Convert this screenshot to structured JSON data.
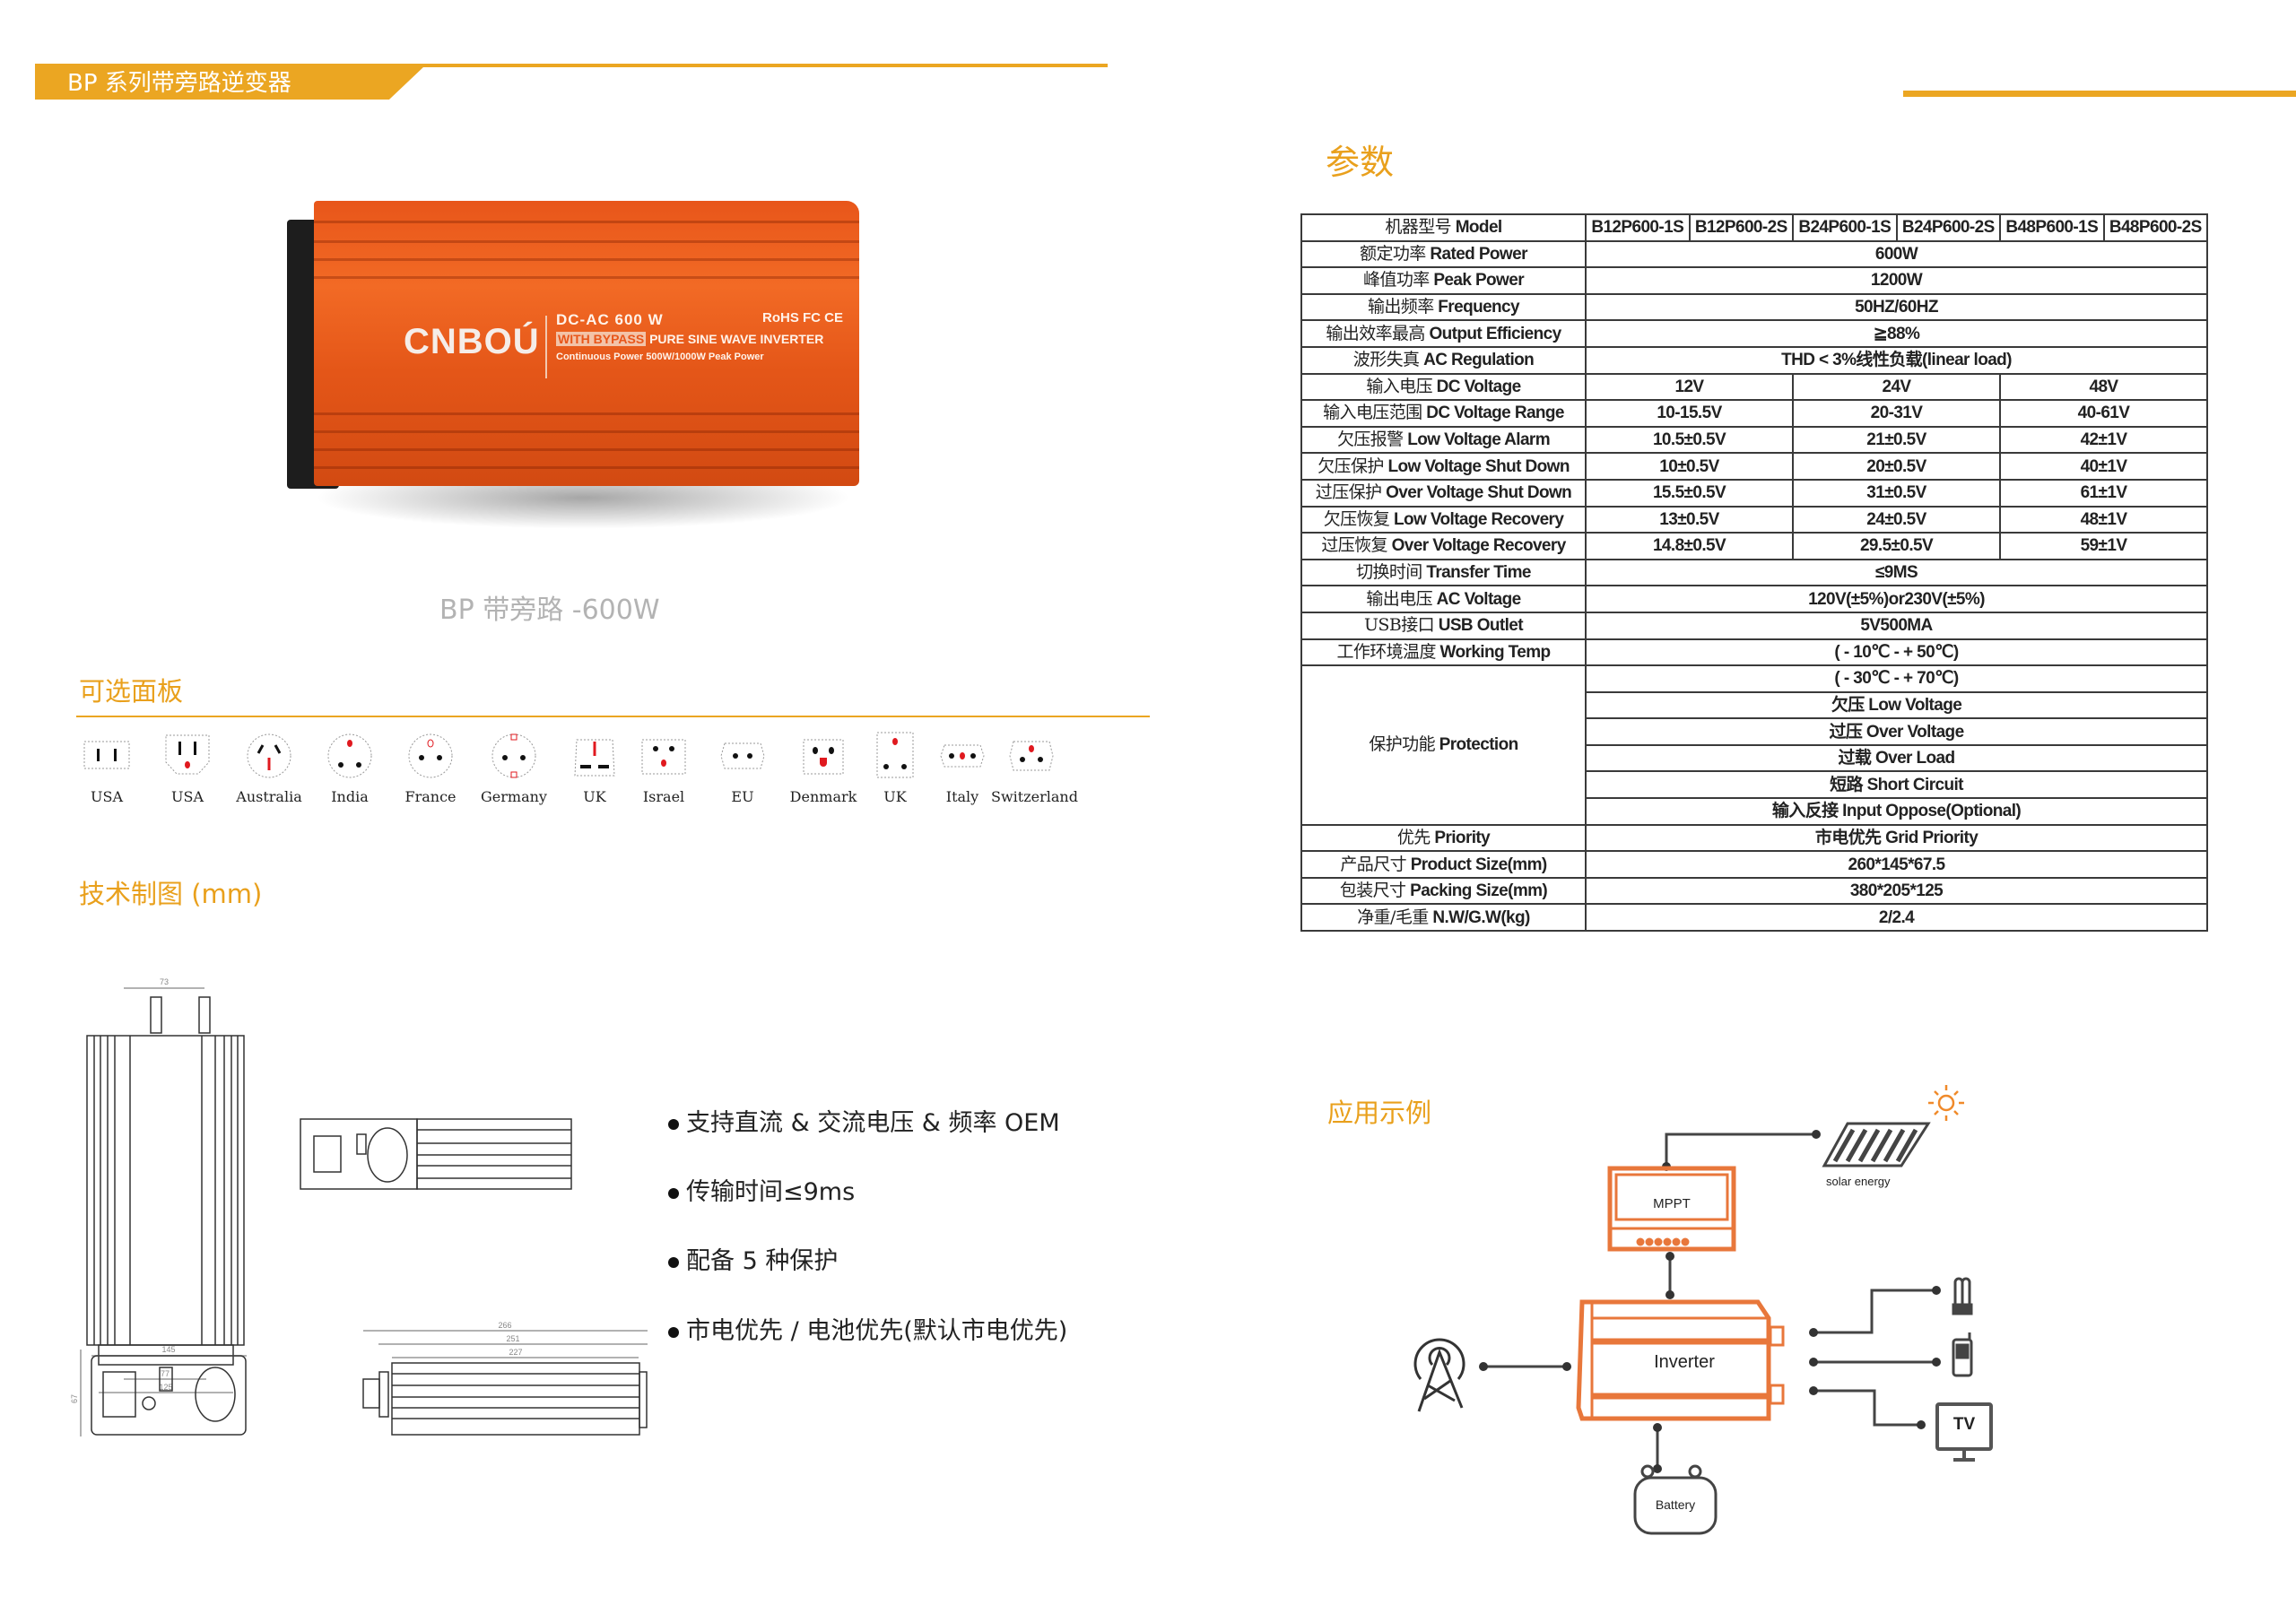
{
  "header": {
    "title": "BP 系列带旁路逆变器"
  },
  "colors": {
    "accent": "#eba622",
    "heading": "#e9a01c",
    "diagram_orange": "#e8773b",
    "product_orange": "#e8561a"
  },
  "product": {
    "logo": "CNBOÚ",
    "line1": "DC-AC 600 W",
    "bypass": "WITH BYPASS",
    "line2": "PURE SINE WAVE  INVERTER",
    "line3": "Continuous Power 500W/1000W  Peak Power",
    "certs": "RoHS  FC  CE",
    "caption": "BP 带旁路 -600W"
  },
  "panels": {
    "heading": "可选面板",
    "items": [
      {
        "label": "USA",
        "icon": "plug-usa-2pin-icon"
      },
      {
        "label": "USA",
        "icon": "plug-usa-3pin-icon"
      },
      {
        "label": "Australia",
        "icon": "plug-australia-icon"
      },
      {
        "label": "India",
        "icon": "plug-india-icon"
      },
      {
        "label": "France",
        "icon": "plug-france-icon"
      },
      {
        "label": "Germany",
        "icon": "plug-germany-icon"
      },
      {
        "label": "UK",
        "icon": "plug-uk-icon"
      },
      {
        "label": "Israel",
        "icon": "plug-israel-icon"
      },
      {
        "label": "EU",
        "icon": "plug-eu-icon"
      },
      {
        "label": "Denmark",
        "icon": "plug-denmark-icon"
      },
      {
        "label": "UK",
        "icon": "plug-uk-round-icon"
      },
      {
        "label": "Italy",
        "icon": "plug-italy-icon"
      },
      {
        "label": "Switzerland",
        "icon": "plug-switzerland-icon"
      }
    ]
  },
  "tech": {
    "heading": "技术制图 (mm)",
    "dims": {
      "top_width": "73",
      "inner": "77",
      "outer": "125",
      "front_width": "145",
      "front_height": "67",
      "len_total": "266",
      "len_mid": "251",
      "len_body": "227"
    }
  },
  "features": [
    "支持直流 & 交流电压 & 频率 OEM",
    "传输时间≤9ms",
    "配备 5 种保护",
    "市电优先 / 电池优先(默认市电优先)"
  ],
  "params": {
    "heading": "参数",
    "model_row": {
      "cn": "机器型号",
      "en": "Model",
      "values": [
        "B12P600-1S",
        "B12P600-2S",
        "B24P600-1S",
        "B24P600-2S",
        "B48P600-1S",
        "B48P600-2S"
      ]
    },
    "rows": [
      {
        "cn": "额定功率",
        "en": "Rated Power",
        "values": [
          "600W"
        ]
      },
      {
        "cn": "峰值功率",
        "en": "Peak Power",
        "values": [
          "1200W"
        ]
      },
      {
        "cn": "输出频率",
        "en": "Frequency",
        "values": [
          "50HZ/60HZ"
        ]
      },
      {
        "cn": "输出效率最高",
        "en": "Output Efficiency",
        "values": [
          "≧88%"
        ]
      },
      {
        "cn": "波形失真",
        "en": "AC Regulation",
        "values": [
          "THD < 3%线性负载(linear load)"
        ]
      },
      {
        "cn": "输入电压",
        "en": "DC Voltage",
        "values": [
          "12V",
          "24V",
          "48V"
        ]
      },
      {
        "cn": "输入电压范围",
        "en": "DC Voltage Range",
        "values": [
          "10-15.5V",
          "20-31V",
          "40-61V"
        ]
      },
      {
        "cn": "欠压报警",
        "en": "Low Voltage Alarm",
        "values": [
          "10.5±0.5V",
          "21±0.5V",
          "42±1V"
        ]
      },
      {
        "cn": "欠压保护",
        "en": "Low Voltage Shut Down",
        "values": [
          "10±0.5V",
          "20±0.5V",
          "40±1V"
        ]
      },
      {
        "cn": "过压保护",
        "en": "Over Voltage Shut Down",
        "values": [
          "15.5±0.5V",
          "31±0.5V",
          "61±1V"
        ]
      },
      {
        "cn": "欠压恢复",
        "en": "Low Voltage Recovery",
        "values": [
          "13±0.5V",
          "24±0.5V",
          "48±1V"
        ]
      },
      {
        "cn": "过压恢复",
        "en": "Over Voltage Recovery",
        "values": [
          "14.8±0.5V",
          "29.5±0.5V",
          "59±1V"
        ]
      },
      {
        "cn": "切换时间",
        "en": "Transfer Time",
        "values": [
          "≤9MS"
        ]
      },
      {
        "cn": "输出电压",
        "en": "AC Voltage",
        "values": [
          "120V(±5%)or230V(±5%)"
        ]
      },
      {
        "cn": "USB接口",
        "en": "USB Outlet",
        "values": [
          "5V500MA"
        ]
      },
      {
        "cn": "工作环境温度",
        "en": "Working Temp",
        "values": [
          "( - 10℃ -  + 50℃)"
        ]
      }
    ],
    "protection": {
      "cn": "保护功能",
      "en": "Protection",
      "items": [
        "( - 30℃ -  + 70℃)",
        "欠压 Low Voltage",
        "过压 Over Voltage",
        "过载 Over Load",
        "短路 Short Circuit",
        "输入反接 Input Oppose(Optional)"
      ]
    },
    "rows_after": [
      {
        "cn": "优先",
        "en": "Priority",
        "values": [
          "市电优先 Grid Priority"
        ]
      },
      {
        "cn": "产品尺寸",
        "en": "Product Size(mm)",
        "values": [
          "260*145*67.5"
        ]
      },
      {
        "cn": "包装尺寸",
        "en": "Packing Size(mm)",
        "values": [
          "380*205*125"
        ]
      },
      {
        "cn": "净重/毛重",
        "en": "N.W/G.W(kg)",
        "values": [
          "2/2.4"
        ]
      }
    ]
  },
  "application": {
    "heading": "应用示例",
    "mppt": "MPPT",
    "solar": "solar energy",
    "inverter": "Inverter",
    "battery": "Battery",
    "tv": "TV"
  }
}
